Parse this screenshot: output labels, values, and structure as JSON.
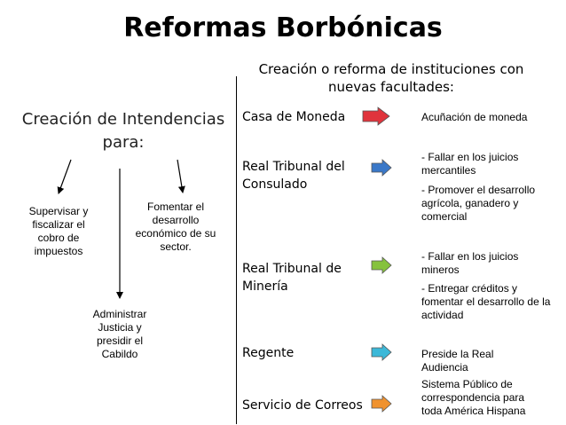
{
  "title": "Reformas Borbónicas",
  "right_heading": "Creación o reforma de instituciones con nuevas facultades:",
  "left_heading": "Creación de Intendencias para:",
  "left_items": [
    "Supervisar y fiscalizar el cobro de impuestos",
    "Administrar Justicia y presidir el Cabildo",
    "Fomentar el desarrollo económico de su sector."
  ],
  "institutions": [
    {
      "name": "Casa de Moneda",
      "arrow_color": "#e0343c",
      "desc": [
        "Acuñación de moneda"
      ]
    },
    {
      "name": "Real Tribunal del Consulado",
      "arrow_color": "#3a78c8",
      "desc": [
        "- Fallar en los juicios mercantiles",
        "- Promover el desarrollo agrícola, ganadero y comercial"
      ]
    },
    {
      "name": "Real Tribunal de Minería",
      "arrow_color": "#86c23e",
      "desc": [
        "- Fallar en los juicios mineros",
        "- Entregar créditos y fomentar el desarrollo de la actividad"
      ]
    },
    {
      "name": "Regente",
      "arrow_color": "#3cb8d8",
      "desc": [
        "Preside la Real Audiencia"
      ]
    },
    {
      "name": "Servicio de Correos",
      "arrow_color": "#f0922e",
      "desc": [
        "Sistema Público de correspondencia para toda América Hispana"
      ]
    }
  ]
}
